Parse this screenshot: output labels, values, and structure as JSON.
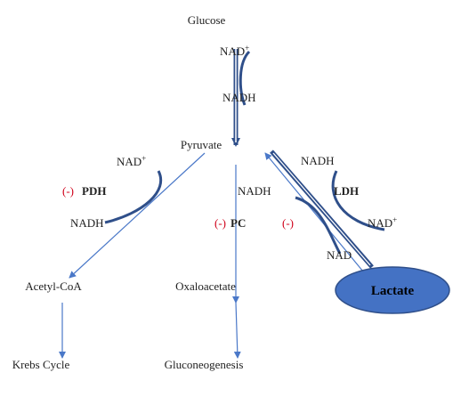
{
  "nodes": {
    "glucose": "Glucose",
    "pyruvate": "Pyruvate",
    "acetyl_coa": "Acetyl-CoA",
    "oxaloacetate": "Oxaloacetate",
    "krebs_cycle": "Krebs Cycle",
    "gluconeogenesis": "Gluconeogenesis",
    "lactate": "Lactate"
  },
  "cofactors": {
    "glycolysis_in": "NAD",
    "glycolysis_in_sup": "+",
    "glycolysis_out": "NADH",
    "pdh_in": "NAD",
    "pdh_in_sup": "+",
    "pdh_out": "NADH",
    "ldh_in": "NADH",
    "ldh_out": "NAD",
    "ldh_out_sup": "+",
    "reverse_in": "NADH",
    "reverse_out": "NAD"
  },
  "enzymes": {
    "pdh_sign": "(-)",
    "pdh": "PDH",
    "pc_sign": "(-)",
    "pc": "PC",
    "ldh": "LDH",
    "ldh_sign": "(-)"
  },
  "colors": {
    "thick_arrow": "#2f4f8a",
    "thin_arrow": "#4a78c8",
    "lactate_fill": "#4472c4",
    "lactate_stroke": "#2f4f8a",
    "inhibitor": "#d0021b"
  }
}
